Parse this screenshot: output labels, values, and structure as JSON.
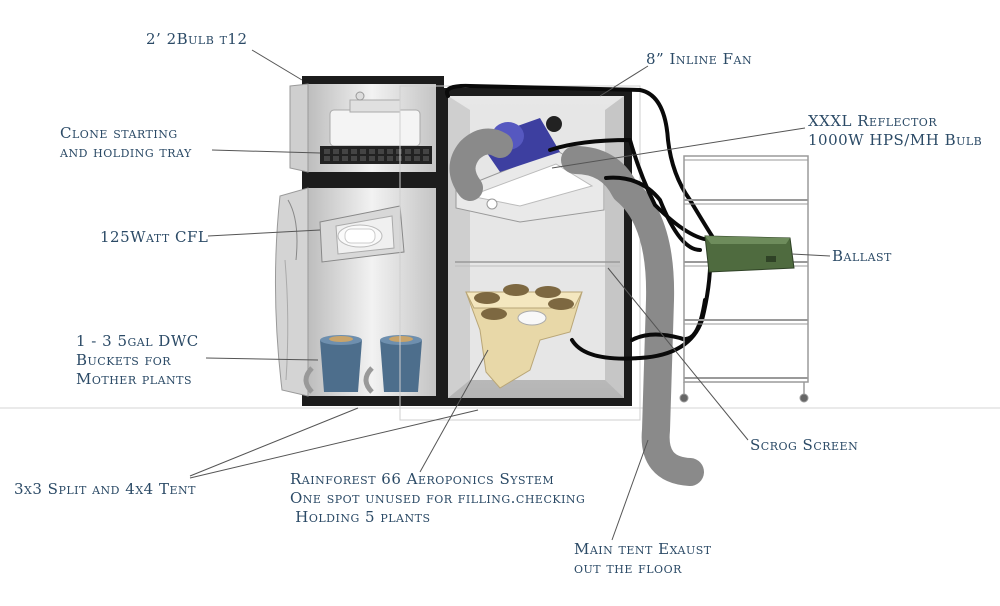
{
  "labels": {
    "bulb_t12": "2’ 2Bulb t12",
    "clone_tray": [
      "Clone starting",
      "and holding tray"
    ],
    "cfl": "125Watt CFL",
    "dwc": [
      "1 - 3 5gal DWC",
      "Buckets for",
      "Mother plants"
    ],
    "tent": "3x3 Split and 4x4 Tent",
    "aeroponics": [
      "Rainforest 66 Aeroponics System",
      "One spot unused for filling.checking",
      " Holding 5 plants"
    ],
    "exhaust": [
      "Main tent Exaust",
      "out the floor"
    ],
    "scrog": "Scrog Screen",
    "ballast": "Ballast",
    "reflector": [
      "XXXL Reflector",
      "1000W HPS/MH Bulb"
    ],
    "fan": "8” Inline Fan"
  },
  "colors": {
    "label_text": "#2b4a66",
    "tent_frame": "#1a1a1a",
    "tent_interior": "#d9d9d9",
    "duct": "#8a8a8a",
    "ballast": "#4f6b3f",
    "rack": "#9a9a9a",
    "bucket": "#4d6e8c",
    "aero_body": "#e8d8a8"
  },
  "icons": [
    "tent-icon",
    "grow-light-icon",
    "cfl-reflector-icon",
    "bucket-icon",
    "aeroponics-icon",
    "inline-fan-icon",
    "ballast-icon",
    "wire-rack-icon",
    "duct-icon"
  ]
}
